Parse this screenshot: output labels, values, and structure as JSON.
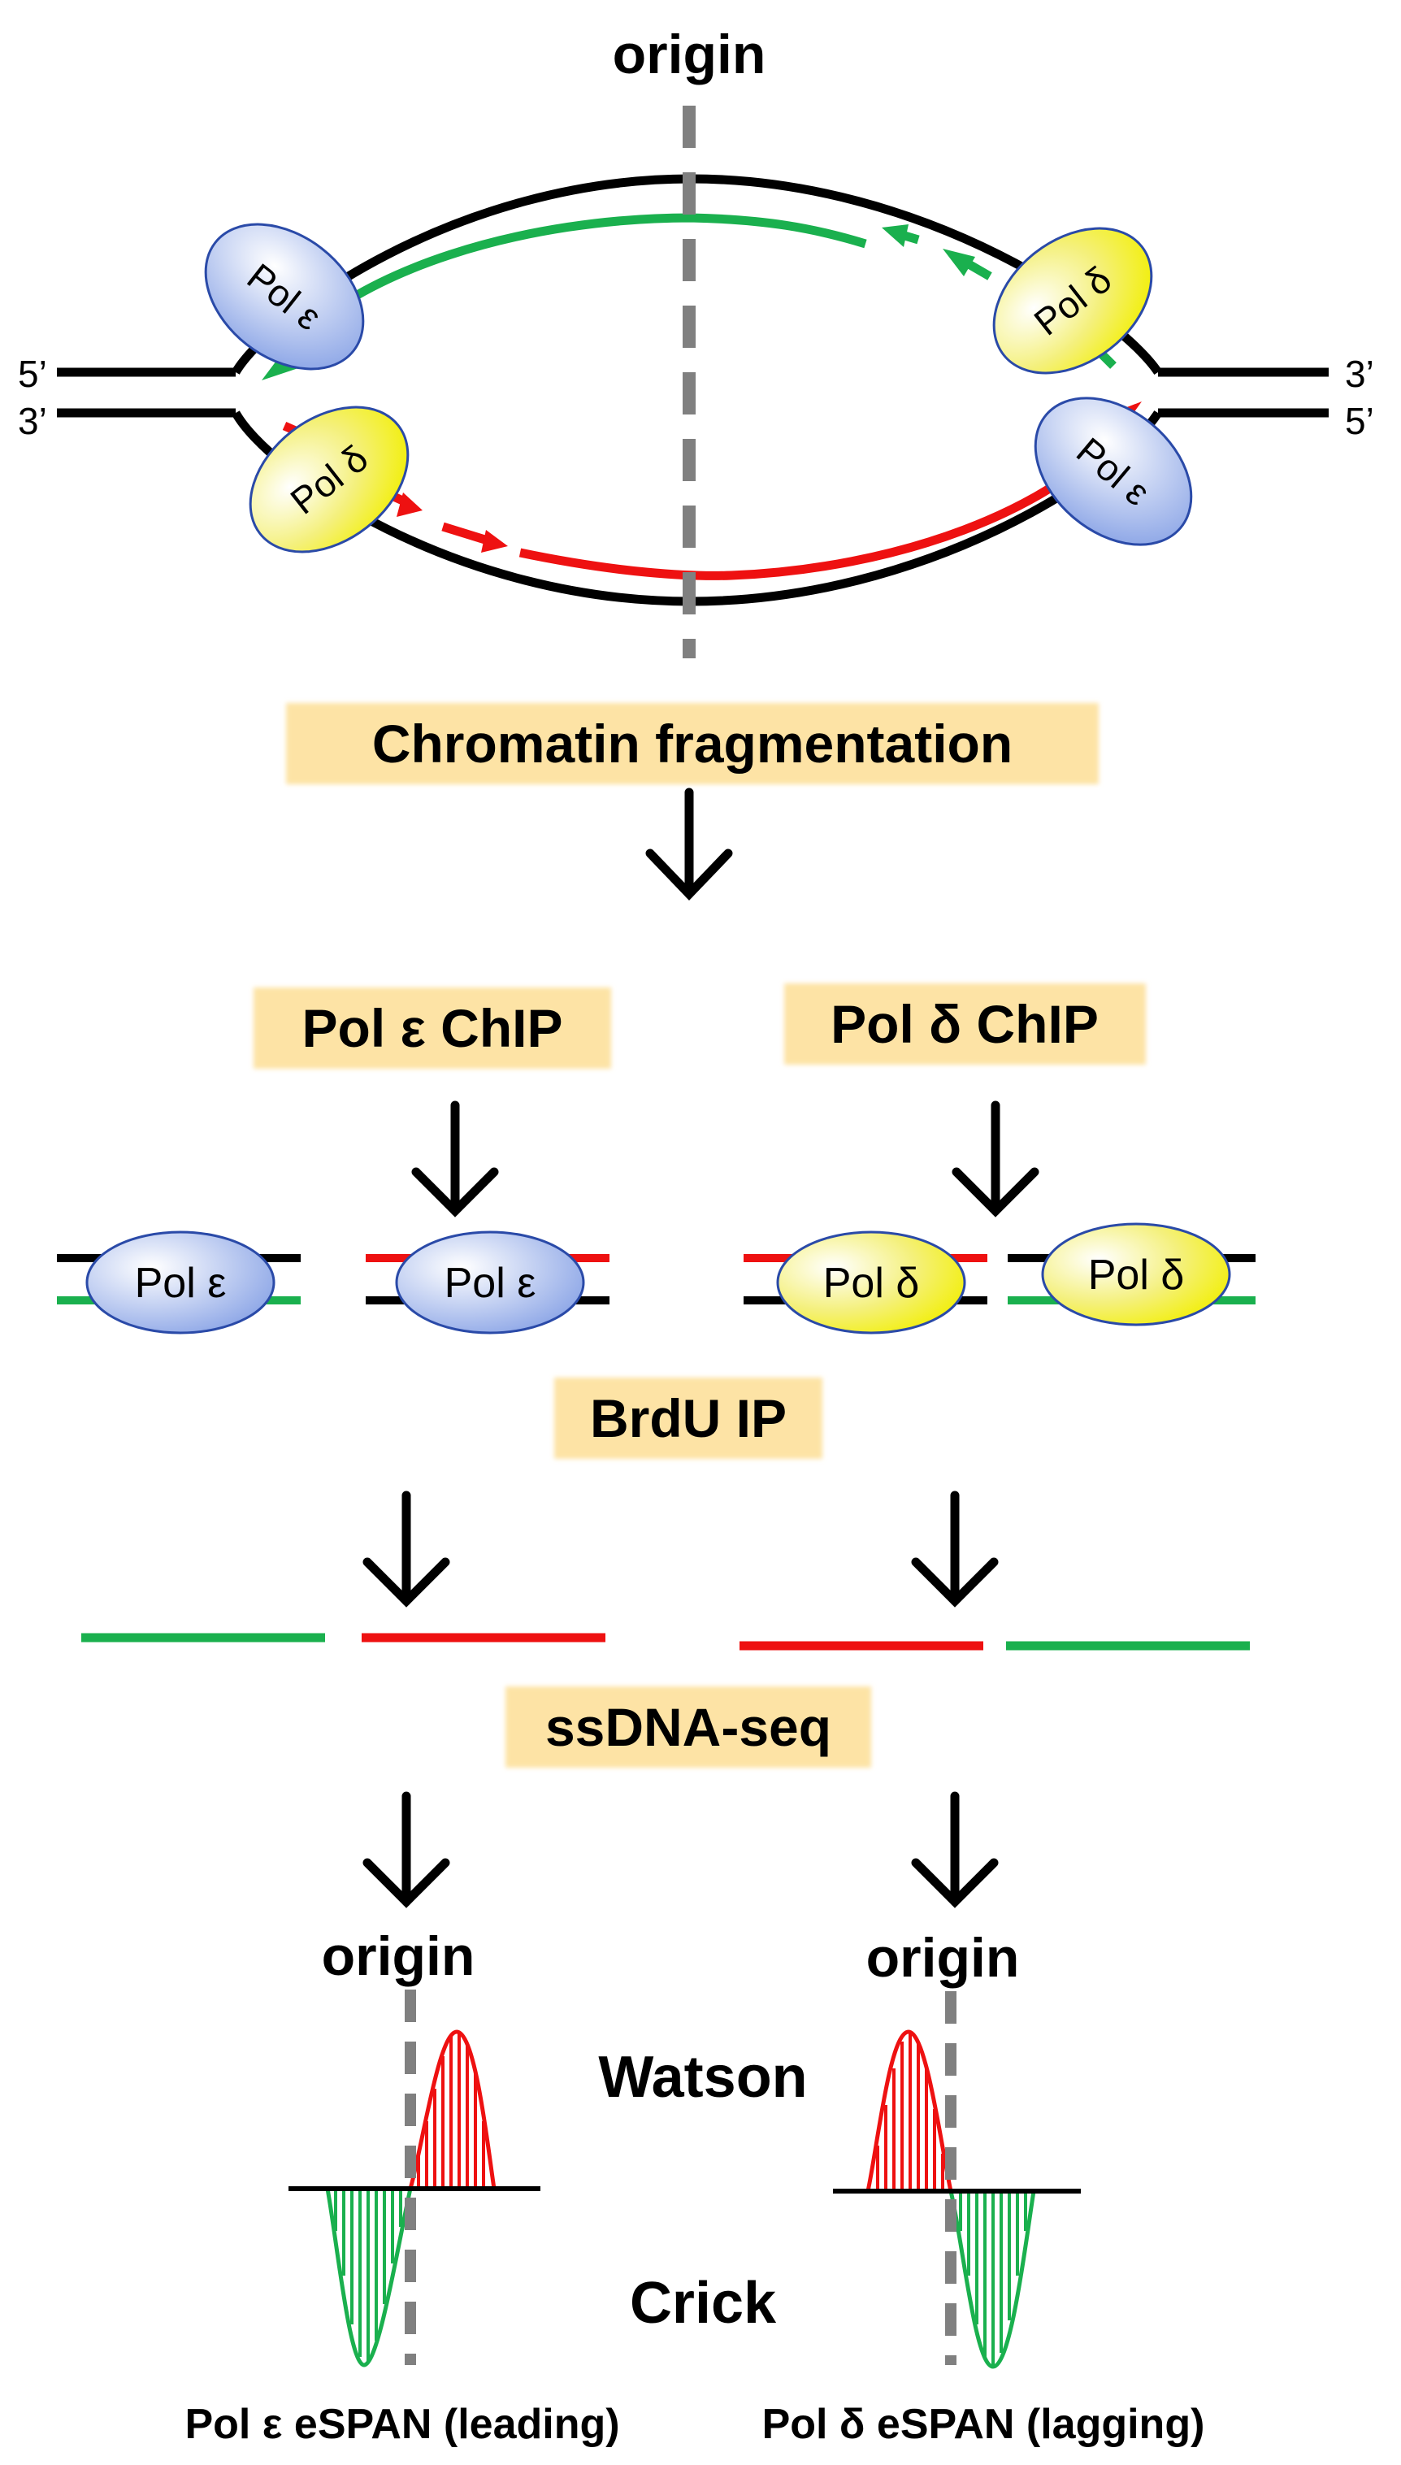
{
  "top": {
    "origin_label": "origin",
    "end_labels": {
      "left_top": "5’",
      "left_bottom": "3’",
      "right_top": "3’",
      "right_bottom": "5’"
    },
    "polymerases": {
      "pol_e_top_left": "Pol ε",
      "pol_d_top_right": "Pol δ",
      "pol_d_bottom_left": "Pol δ",
      "pol_e_bottom_right": "Pol ε"
    }
  },
  "steps": {
    "fragmentation": "Chromatin fragmentation",
    "pol_e_chip": "Pol ε ChIP",
    "pol_d_chip": "Pol δ ChIP",
    "brdu_ip": "BrdU IP",
    "ssdna_seq": "ssDNA-seq"
  },
  "fragments": {
    "pol_e_1": "Pol ε",
    "pol_e_2": "Pol ε",
    "pol_d_1": "Pol δ",
    "pol_d_2": "Pol δ"
  },
  "profiles": {
    "origin_left": "origin",
    "origin_right": "origin",
    "watson": "Watson",
    "crick": "Crick",
    "caption_left": "Pol ε eSPAN (leading)",
    "caption_right": "Pol δ eSPAN (lagging)"
  },
  "colors": {
    "box_fill": "#fde3a5",
    "pol_e_fill": "#9fb4e8",
    "pol_d_fill": "#f5f000",
    "leading_green": "#1ab04e",
    "lagging_red": "#ee1111",
    "origin_dash": "#808080"
  }
}
